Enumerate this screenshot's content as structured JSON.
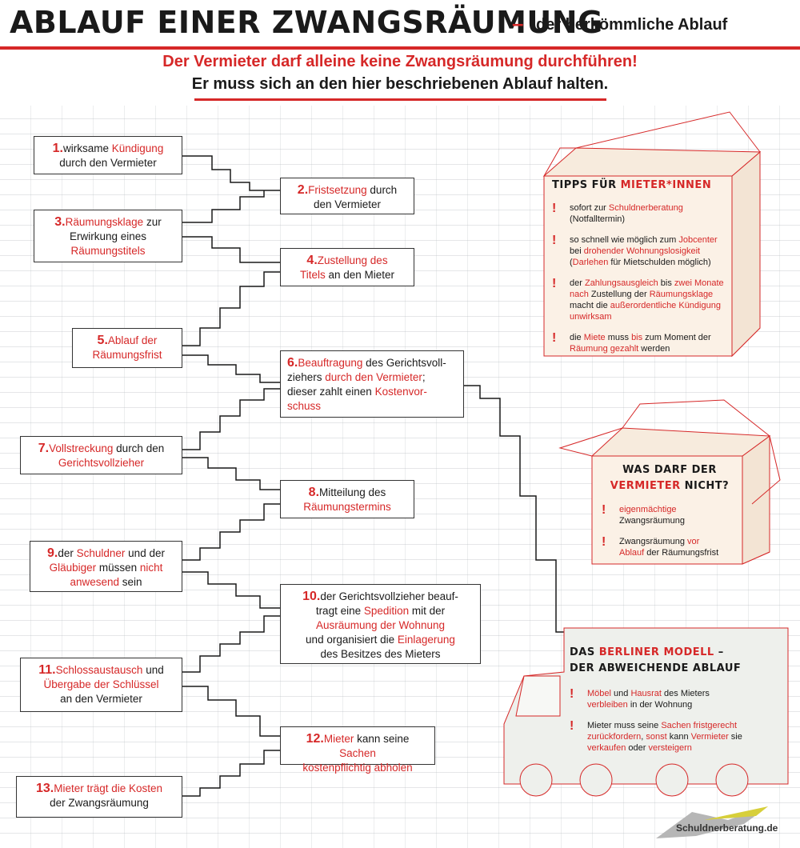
{
  "header": {
    "title": "ABLAUF EINER ZWANGSRÄUMUNG",
    "dash": "–",
    "subtitle": "der herkömmliche Ablauf"
  },
  "intro": {
    "line1": "Der Vermieter darf alleine keine Zwangsräumung durchführen!",
    "line2": "Er muss sich an den hier beschriebenen Ablauf halten."
  },
  "steps": {
    "s1": {
      "num": "1.",
      "a": "wirksame ",
      "b": "Kündigung",
      "c": "durch den Vermieter"
    },
    "s2": {
      "num": "2.",
      "a": "Fristsetzung",
      "b": " durch",
      "c": "den Vermieter"
    },
    "s3": {
      "num": "3.",
      "a": "Räumungsklage",
      "b": " zur",
      "c": "Erwirkung eines",
      "d": "Räumungstitels"
    },
    "s4": {
      "num": "4.",
      "a": "Zustellung des",
      "b": "Titels",
      "c": " an den Mieter"
    },
    "s5": {
      "num": "5.",
      "a": "Ablauf der",
      "b": "Räumungsfrist"
    },
    "s6": {
      "num": "6.",
      "a": "Beauftragung",
      "b": " des Gerichtsvoll-",
      "c": "ziehers ",
      "d": "durch den Vermieter",
      "e": ";",
      "f": "dieser zahlt einen ",
      "g": "Kostenvor-",
      "h": "schuss"
    },
    "s7": {
      "num": "7.",
      "a": "Vollstreckung",
      "b": " durch den",
      "c": "Gerichtsvollzieher"
    },
    "s8": {
      "num": "8.",
      "a": "Mitteilung des",
      "b": "Räumungstermins"
    },
    "s9": {
      "num": "9.",
      "a": "der ",
      "b": "Schuldner",
      "c": " und der",
      "d": "Gläubiger",
      "e": " müssen ",
      "f": "nicht",
      "g": "anwesend",
      "h": " sein"
    },
    "s10": {
      "num": "10.",
      "a": "der Gerichtsvollzieher beauf-",
      "b": "tragt eine ",
      "c": "Spedition",
      "d": " mit der",
      "e": "Ausräumung der Wohnung",
      "f": "und organisiert die ",
      "g": "Einlagerung",
      "h": "des Besitzes des Mieters"
    },
    "s11": {
      "num": "11.",
      "a": "Schlossaustausch",
      "b": " und",
      "c": "Übergabe der Schlüssel",
      "d": "an den Vermieter"
    },
    "s12": {
      "num": "12.",
      "a": "Mieter",
      "b": " kann seine ",
      "c": "Sachen",
      "d": "kostenpflichtig abholen"
    },
    "s13": {
      "num": "13.",
      "a": "Mieter trägt die Kosten",
      "b": "der Zwangsräumung"
    }
  },
  "tips": {
    "title_a": "TIPPS FÜR ",
    "title_b": "MIETER*INNEN",
    "t1": {
      "a": "sofort zur ",
      "b": "Schuldnerberatung",
      "c": "(Notfalltermin)"
    },
    "t2": {
      "a": "so schnell wie möglich zum ",
      "b": "Jobcenter",
      "c": "bei ",
      "d": "drohender Wohnungslosigkeit",
      "e": "(",
      "f": "Darlehen",
      "g": " für Mietschulden möglich)"
    },
    "t3": {
      "a": "der ",
      "b": "Zahlungsausgleich",
      "c": " bis ",
      "d": "zwei Monate",
      "e": "nach",
      "f": " Zustellung der ",
      "g": "Räumungsklage",
      "h": "macht die ",
      "i": "außerordentliche Kündigung",
      "j": "unwirksam"
    },
    "t4": {
      "a": "die ",
      "b": "Miete",
      "c": " muss ",
      "d": "bis",
      "e": " zum Moment der",
      "f": "Räumung gezahlt",
      "g": " werden"
    }
  },
  "forbidden": {
    "title_a": "WAS DARF DER",
    "title_b": "VERMIETER",
    "title_c": " NICHT?",
    "f1": {
      "a": "eigenmächtige",
      "b": "Zwangsräumung"
    },
    "f2": {
      "a": "Zwangsräumung ",
      "b": "vor",
      "c": "Ablauf",
      "d": " der Räumungsfrist"
    }
  },
  "berlin": {
    "title_a": "DAS ",
    "title_b": "BERLINER MODELL",
    "title_c": " –",
    "title_d": "DER ABWEICHENDE ABLAUF",
    "b1": {
      "a": "Möbel",
      "b": " und ",
      "c": "Hausrat",
      "d": " des Mieters",
      "e": "verbleiben",
      "f": " in der Wohnung"
    },
    "b2": {
      "a": "Mieter muss seine ",
      "b": "Sachen fristgerecht",
      "c": "zurückfordern",
      "d": ", ",
      "e": "sonst",
      "f": " kann ",
      "g": "Vermieter",
      "h": " sie",
      "i": "verkaufen",
      "j": " oder ",
      "k": "versteigern"
    }
  },
  "logo": "Schuldnerberatung.de",
  "colors": {
    "accent": "#d62828",
    "panel_bg": "#fbf1e6",
    "truck_bg": "#eef0ec"
  }
}
